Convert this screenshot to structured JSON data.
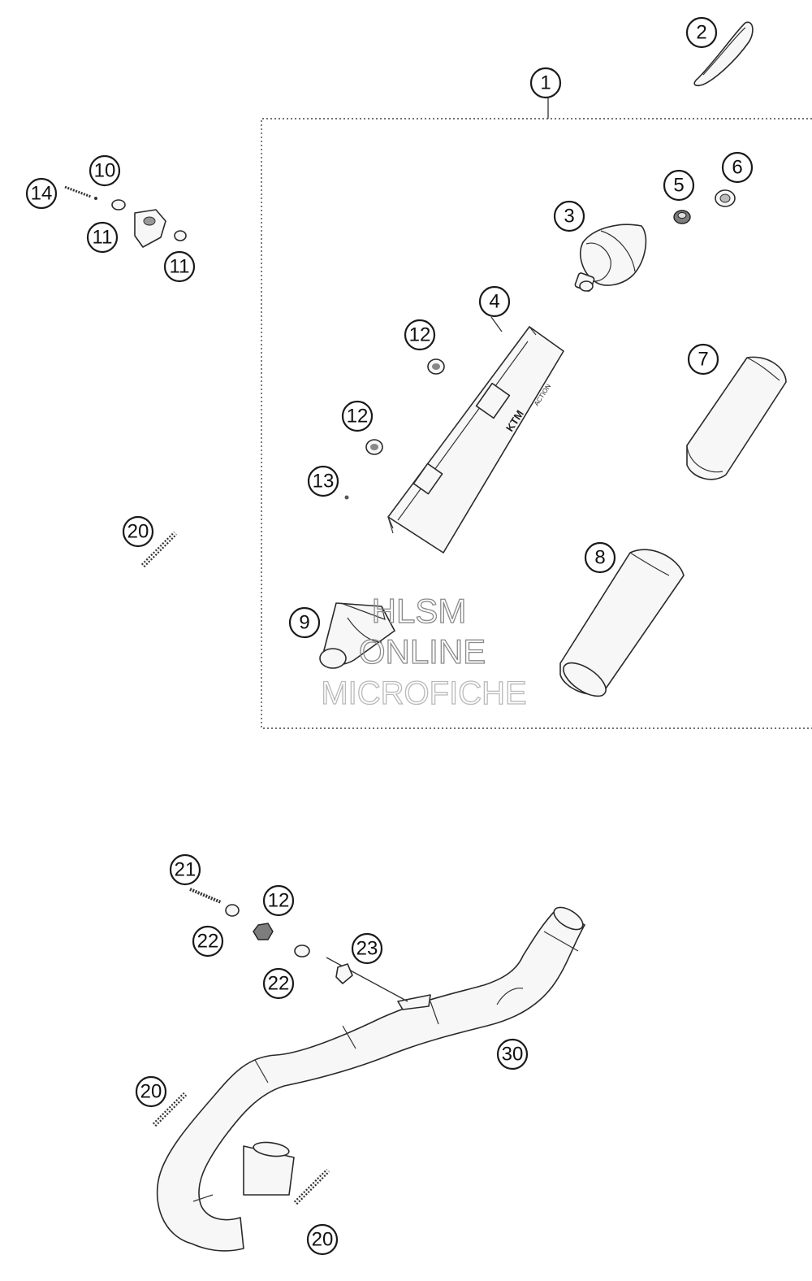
{
  "diagram": {
    "callouts": [
      {
        "id": "c1",
        "label": "1"
      },
      {
        "id": "c2",
        "label": "2"
      },
      {
        "id": "c3",
        "label": "3"
      },
      {
        "id": "c4",
        "label": "4"
      },
      {
        "id": "c5",
        "label": "5"
      },
      {
        "id": "c6",
        "label": "6"
      },
      {
        "id": "c7",
        "label": "7"
      },
      {
        "id": "c8",
        "label": "8"
      },
      {
        "id": "c9",
        "label": "9"
      },
      {
        "id": "c10",
        "label": "10"
      },
      {
        "id": "c11a",
        "label": "11"
      },
      {
        "id": "c11b",
        "label": "11"
      },
      {
        "id": "c12a",
        "label": "12"
      },
      {
        "id": "c12b",
        "label": "12"
      },
      {
        "id": "c12c",
        "label": "12"
      },
      {
        "id": "c13",
        "label": "13"
      },
      {
        "id": "c14",
        "label": "14"
      },
      {
        "id": "c20a",
        "label": "20"
      },
      {
        "id": "c20b",
        "label": "20"
      },
      {
        "id": "c20c",
        "label": "20"
      },
      {
        "id": "c21",
        "label": "21"
      },
      {
        "id": "c22a",
        "label": "22"
      },
      {
        "id": "c22b",
        "label": "22"
      },
      {
        "id": "c23",
        "label": "23"
      },
      {
        "id": "c30",
        "label": "30"
      }
    ]
  },
  "watermark": {
    "line1": "HLSM",
    "line2": "ONLINE",
    "line3": "MICROFICHE"
  }
}
